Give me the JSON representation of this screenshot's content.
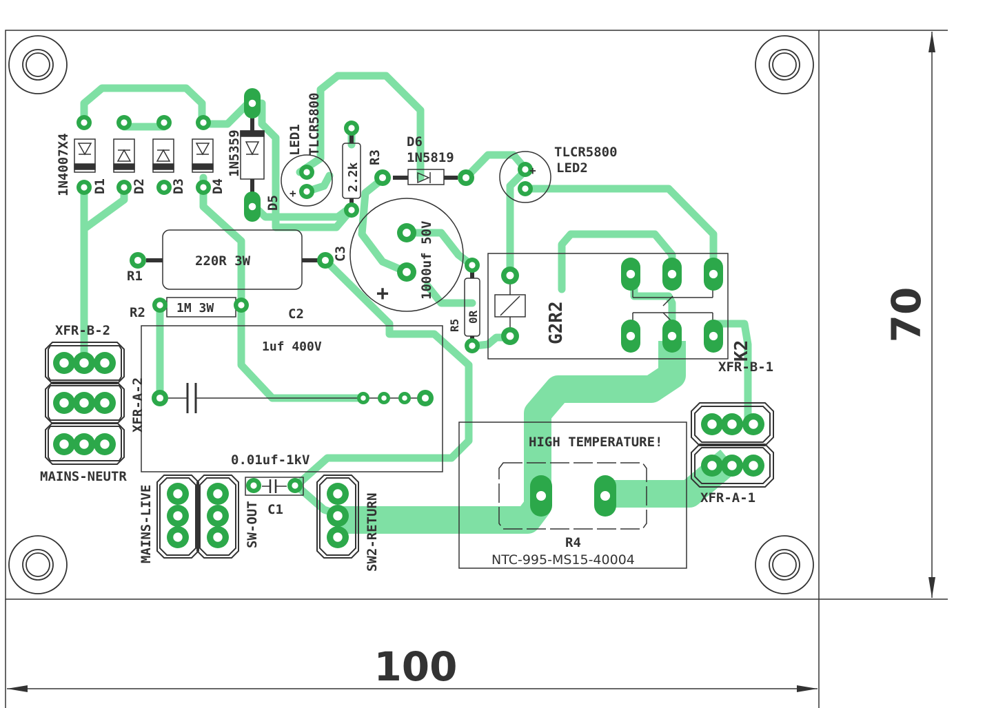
{
  "board": {
    "width_label": "100",
    "height_label": "70",
    "colors": {
      "copper": "#7fe0a4",
      "pad": "#2ca84a",
      "silkscreen": "#333333",
      "background": "#ffffff"
    }
  },
  "components": {
    "diode_array": "1N4007X4",
    "d1": "D1",
    "d2": "D2",
    "d3": "D3",
    "d4": "D4",
    "zener_value": "1N5359",
    "d5": "D5",
    "led1_ref": "LED1",
    "led1_value": "TLCR5800",
    "r3_ref": "R3",
    "r3_value": "2.2k",
    "d6_ref": "D6",
    "d6_value": "1N5819",
    "led2_value": "TLCR5800",
    "led2_ref": "LED2",
    "r1_value": "220R 3W",
    "r1_ref": "R1",
    "c3_ref": "C3",
    "c3_value": "1000uf 50V",
    "c3_polarity": "+",
    "r2_ref": "R2",
    "r2_value": "1M 3W",
    "c2_ref": "C2",
    "c2_value": "1uf 400V",
    "r5_ref": "R5",
    "r5_value": "0R",
    "relay_value": "G2R2",
    "relay_ref": "K2",
    "c1_ref": "C1",
    "c1_value": "0.01uf-1kV",
    "r4_ref": "R4",
    "r4_value": "NTC-995-MS15-40004",
    "warning": "HIGH TEMPERATURE!"
  },
  "connectors": {
    "xfr_b_2": "XFR-B-2",
    "xfr_a_2": "XFR-A-2",
    "mains_neutral": "MAINS-NEUTR",
    "mains_live": "MAINS-LIVE",
    "sw_out": "SW-OUT",
    "sw2_return": "SW2-RETURN",
    "xfr_b_1": "XFR-B-1",
    "xfr_a_1": "XFR-A-1"
  }
}
